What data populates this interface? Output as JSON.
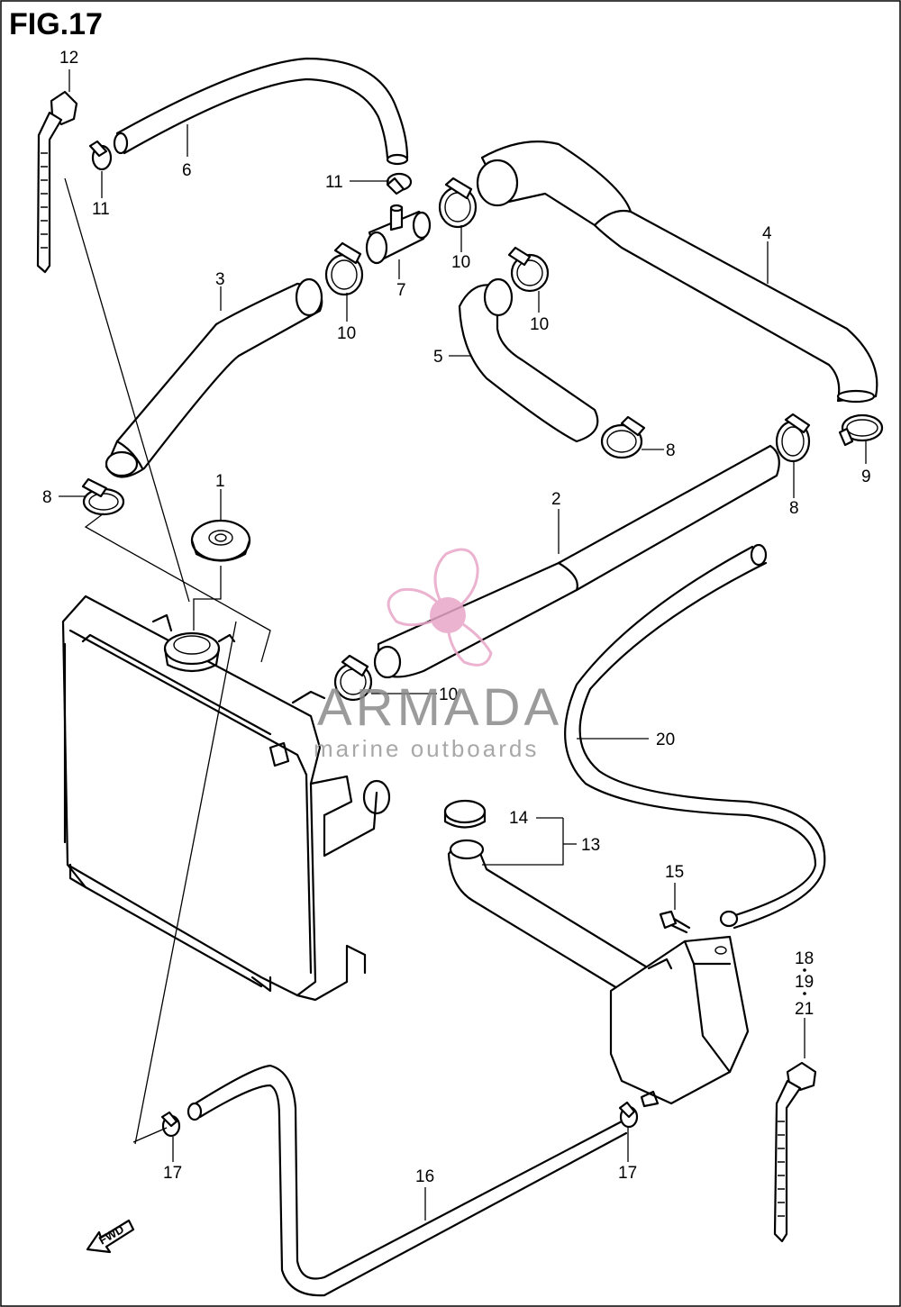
{
  "figure": {
    "title": "FIG.17"
  },
  "callouts": {
    "c1": "1",
    "c2": "2",
    "c3": "3",
    "c4": "4",
    "c5": "5",
    "c6": "6",
    "c7": "7",
    "c8a": "8",
    "c8b": "8",
    "c8c": "8",
    "c9": "9",
    "c10a": "10",
    "c10b": "10",
    "c10c": "10",
    "c10d": "10",
    "c11a": "11",
    "c11b": "11",
    "c12": "12",
    "c13": "13",
    "c14": "14",
    "c15": "15",
    "c16": "16",
    "c17a": "17",
    "c17b": "17",
    "c18": "18",
    "c19": "19",
    "c20": "20",
    "c21": "21"
  },
  "direction_marker": {
    "label": "FWD",
    "icon": "forward-arrow-icon"
  },
  "watermark": {
    "brand": "ARMADA",
    "tagline": "marine outboards",
    "logo": "propeller-logo-icon",
    "color": "#e8a6c8"
  }
}
